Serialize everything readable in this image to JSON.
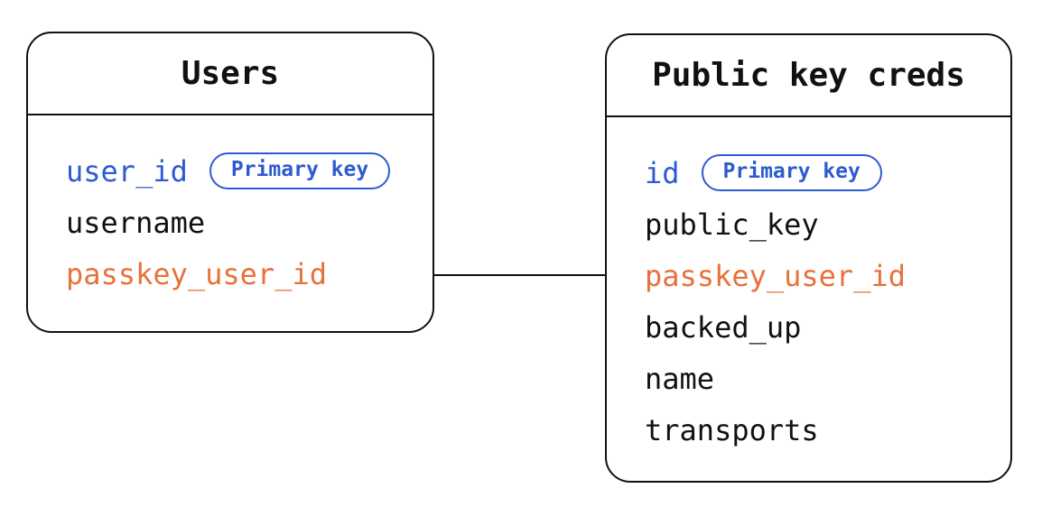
{
  "colors": {
    "border": "#111111",
    "primary_blue": "#2d5bd0",
    "foreign_orange": "#e8713a",
    "text": "#111111",
    "background": "#ffffff"
  },
  "entities": [
    {
      "title": "Users",
      "fields": [
        {
          "name": "user_id",
          "role": "primary-key",
          "badge": "Primary key"
        },
        {
          "name": "username",
          "role": "regular"
        },
        {
          "name": "passkey_user_id",
          "role": "foreign-key"
        }
      ]
    },
    {
      "title": "Public key creds",
      "fields": [
        {
          "name": "id",
          "role": "primary-key",
          "badge": "Primary key"
        },
        {
          "name": "public_key",
          "role": "regular"
        },
        {
          "name": "passkey_user_id",
          "role": "foreign-key"
        },
        {
          "name": "backed_up",
          "role": "regular"
        },
        {
          "name": "name",
          "role": "regular"
        },
        {
          "name": "transports",
          "role": "regular"
        }
      ]
    }
  ],
  "relationship": {
    "description": "line connecting Users and Public key creds at the passkey_user_id rows"
  }
}
